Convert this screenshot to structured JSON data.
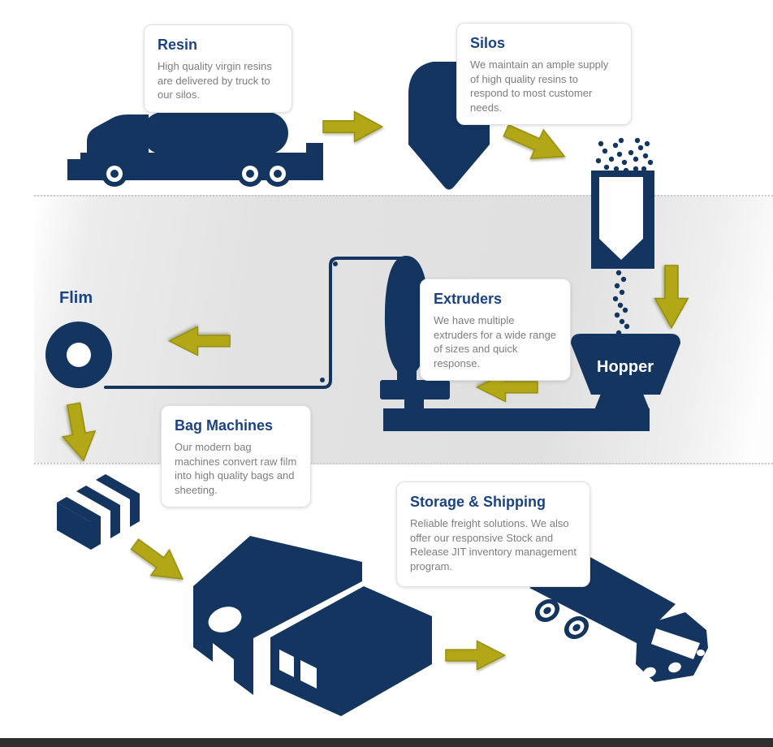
{
  "process": {
    "steps": [
      {
        "title": "Resin",
        "body": "High quality virgin resins are delivered by truck to our silos."
      },
      {
        "title": "Silos",
        "body": "We maintain an ample supply of high quality resins to respond to most customer needs."
      },
      {
        "title": "Extruders",
        "body": "We have multiple extruders for a wide range of sizes and quick response."
      },
      {
        "title": "Bag Machines",
        "body": "Our modern bag machines convert raw film into high quality bags and sheeting."
      },
      {
        "title": "Storage & Shipping",
        "body": "Reliable freight solutions. We also offer our responsive Stock and Release JIT inventory management program."
      }
    ],
    "labels": {
      "film": "Flim",
      "hopper": "Hopper"
    },
    "icons": [
      "tanker-truck-icon",
      "silo-icon",
      "pellet-cluster-icon",
      "surge-bin-icon",
      "pellet-stream-icon",
      "hopper-icon",
      "extruder-icon",
      "film-roll-icon",
      "bag-stack-icon",
      "warehouse-icon",
      "delivery-truck-icon"
    ],
    "colors": {
      "navy": "#14355F",
      "title_blue": "#1B4382",
      "body_text": "#7D7D7D",
      "arrow_yellow": "#B2A716",
      "band_gray": "#E2E2E2",
      "footer_bar": "#2F2F2F"
    }
  }
}
